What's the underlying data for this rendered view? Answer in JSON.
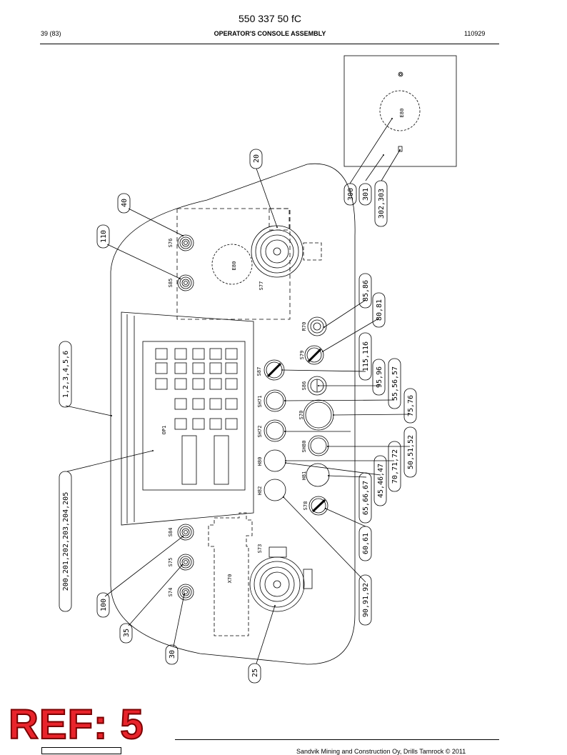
{
  "header": {
    "doc_number": "550 337 50 fC",
    "page": "39 (83)",
    "title": "OPERATOR'S CONSOLE ASSEMBLY",
    "date": "110929"
  },
  "footer": {
    "stamp": "REF: 5",
    "copyright": "Sandvik Mining and Construction Oy, Drills Tamrock © 2011"
  },
  "components": {
    "S76": "S76",
    "S85": "S85",
    "E80": "E80",
    "S77": "S77",
    "OP1": "OP1",
    "R70": "R70",
    "S79": "S79",
    "S87": "S87",
    "S86": "S86",
    "SH71": "SH71",
    "S70": "S70",
    "SH72": "SH72",
    "SH80": "SH80",
    "H80": "H80",
    "H81": "H81",
    "H82": "H82",
    "S78": "S78",
    "S84": "S84",
    "S75": "S75",
    "S74": "S74",
    "S73": "S73",
    "X70": "X70",
    "E80_detail": "E80"
  },
  "callouts": {
    "c300": "300",
    "c301": "301",
    "c302_303": "302,303",
    "c20": "20",
    "c40": "40",
    "c110": "110",
    "c85_86": "85,86",
    "c80_81": "80,81",
    "c1_6": "1,2,3,4,5,6",
    "c115_116": "115,116",
    "c95_96": "95,96",
    "c55_57": "55,56,57",
    "c75_76": "75,76",
    "c50_52": "50,51,52",
    "c70_72": "70,71,72",
    "c45_47": "45,46,47",
    "c65_67": "65,66,67",
    "c200_205": "200,201,202,203,204,205",
    "c60_61": "60,61",
    "c100": "100",
    "c90_92": "90,91,92",
    "c35": "35",
    "c30": "30",
    "c25": "25"
  }
}
